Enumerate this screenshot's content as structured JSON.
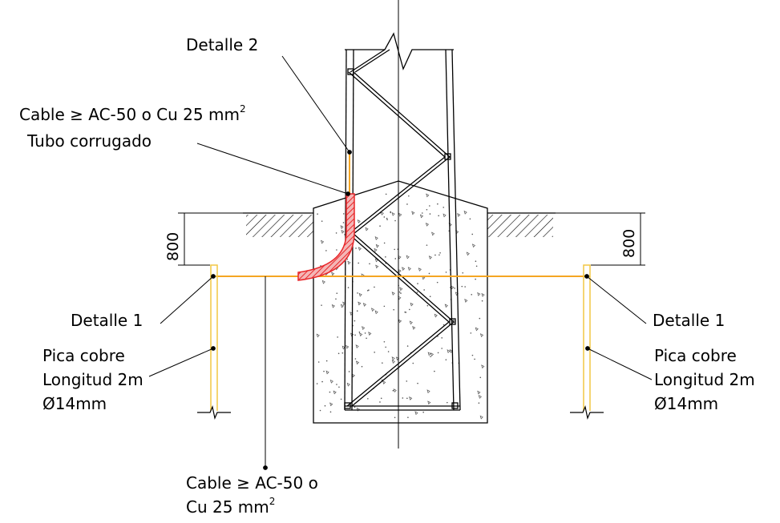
{
  "labels": {
    "detalle_2": "Detalle 2",
    "cable_top": "Cable ≥ AC-50 o Cu 25 mm",
    "cable_top_sup": "2",
    "tubo": "Tubo corrugado",
    "detalle_1_left": "Detalle 1",
    "detalle_1_right": "Detalle 1",
    "pica_left": [
      "Pica cobre",
      "Longitud 2m",
      "Ø14mm"
    ],
    "pica_right": [
      "Pica cobre",
      "Longitud 2m",
      "Ø14mm"
    ],
    "cable_bottom_line1": "Cable ≥ AC-50 o",
    "cable_bottom_line2": "Cu 25 mm",
    "cable_bottom_sup": "2"
  },
  "dimensions": {
    "left_depth": "800",
    "right_depth": "800"
  },
  "colors": {
    "line": "#000000",
    "cable": "#f5a623",
    "tube": "#e8272a",
    "rod": "#f2c744"
  }
}
